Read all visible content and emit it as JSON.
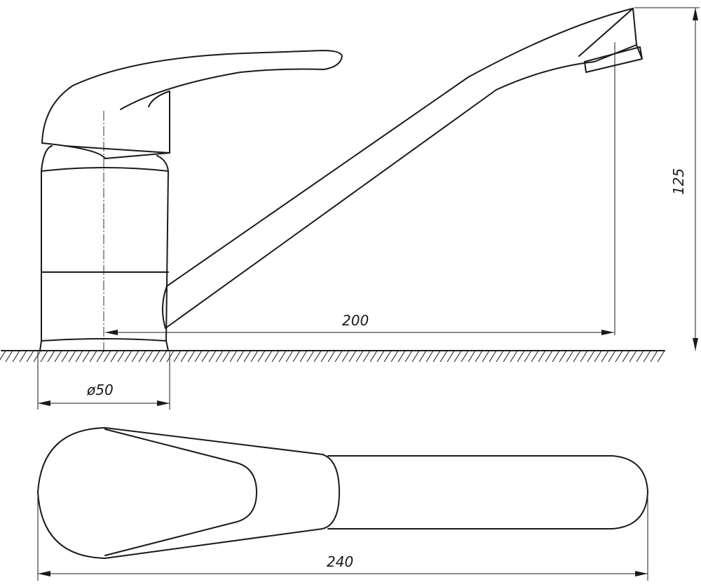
{
  "drawing": {
    "side_view": {
      "spout_reach": "200",
      "height": "125",
      "base_diameter": "ø50"
    },
    "top_view": {
      "overall_length": "240"
    }
  }
}
